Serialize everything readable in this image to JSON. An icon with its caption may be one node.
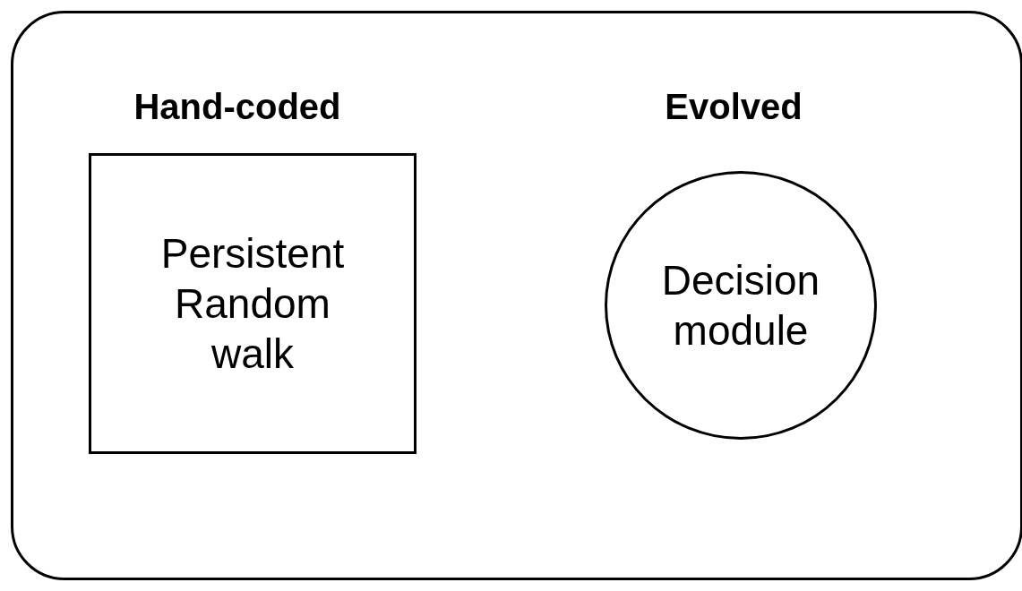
{
  "diagram": {
    "nodes": [
      {
        "text": [],
        "shape": "box"
      },
      {
        "text": [
          "Hand-coded",
          "Persistent Random walk"
        ],
        "in": 0
      },
      {
        "text": [
          "Evolved",
          "Decision module"
        ],
        "in": 0
      }
    ],
    "edges": []
  }
}
